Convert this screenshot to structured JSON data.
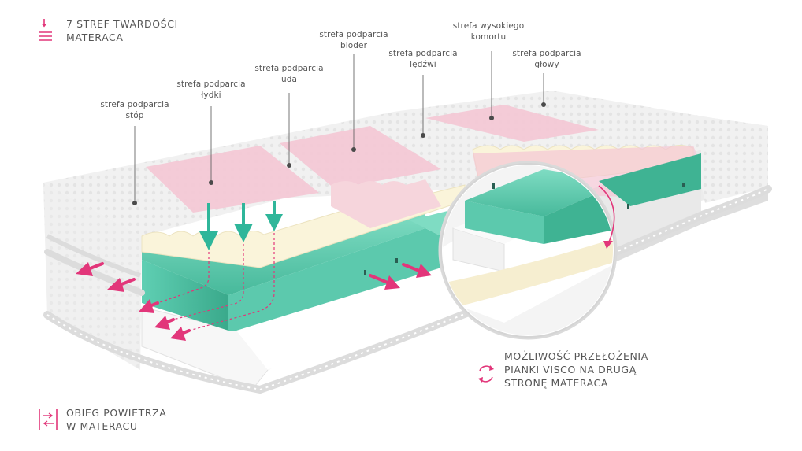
{
  "legend": {
    "zones": "7 STREF TWARDOŚCI\nMATERACA",
    "airflow": "OBIEG POWIETRZA\nW MATERACU",
    "swap": "MOŻLIWOŚĆ PRZEŁOŻENIA\nPIANKI VISCO NA DRUGĄ\nSTRONĘ MATERACA"
  },
  "zones": [
    {
      "label": "strefa podparcia\nstóp"
    },
    {
      "label": "strefa podparcia\nłydki"
    },
    {
      "label": "strefa podparcia\nuda"
    },
    {
      "label": "strefa podparcia\nbioder"
    },
    {
      "label": "strefa podparcia\nlędźwi"
    },
    {
      "label": "strefa wysokiego\nkomortu"
    },
    {
      "label": "strefa podparcia\ngłowy"
    }
  ],
  "colors": {
    "accent": "#e2367a",
    "teal": "#4cc6a8",
    "pink_zone": "#f4c6d4",
    "cream": "#faf4da"
  },
  "icons": {
    "zones": "stacked-lines-arrow-icon",
    "airflow": "airflow-arrows-icon",
    "swap": "rotate-arrows-icon"
  }
}
